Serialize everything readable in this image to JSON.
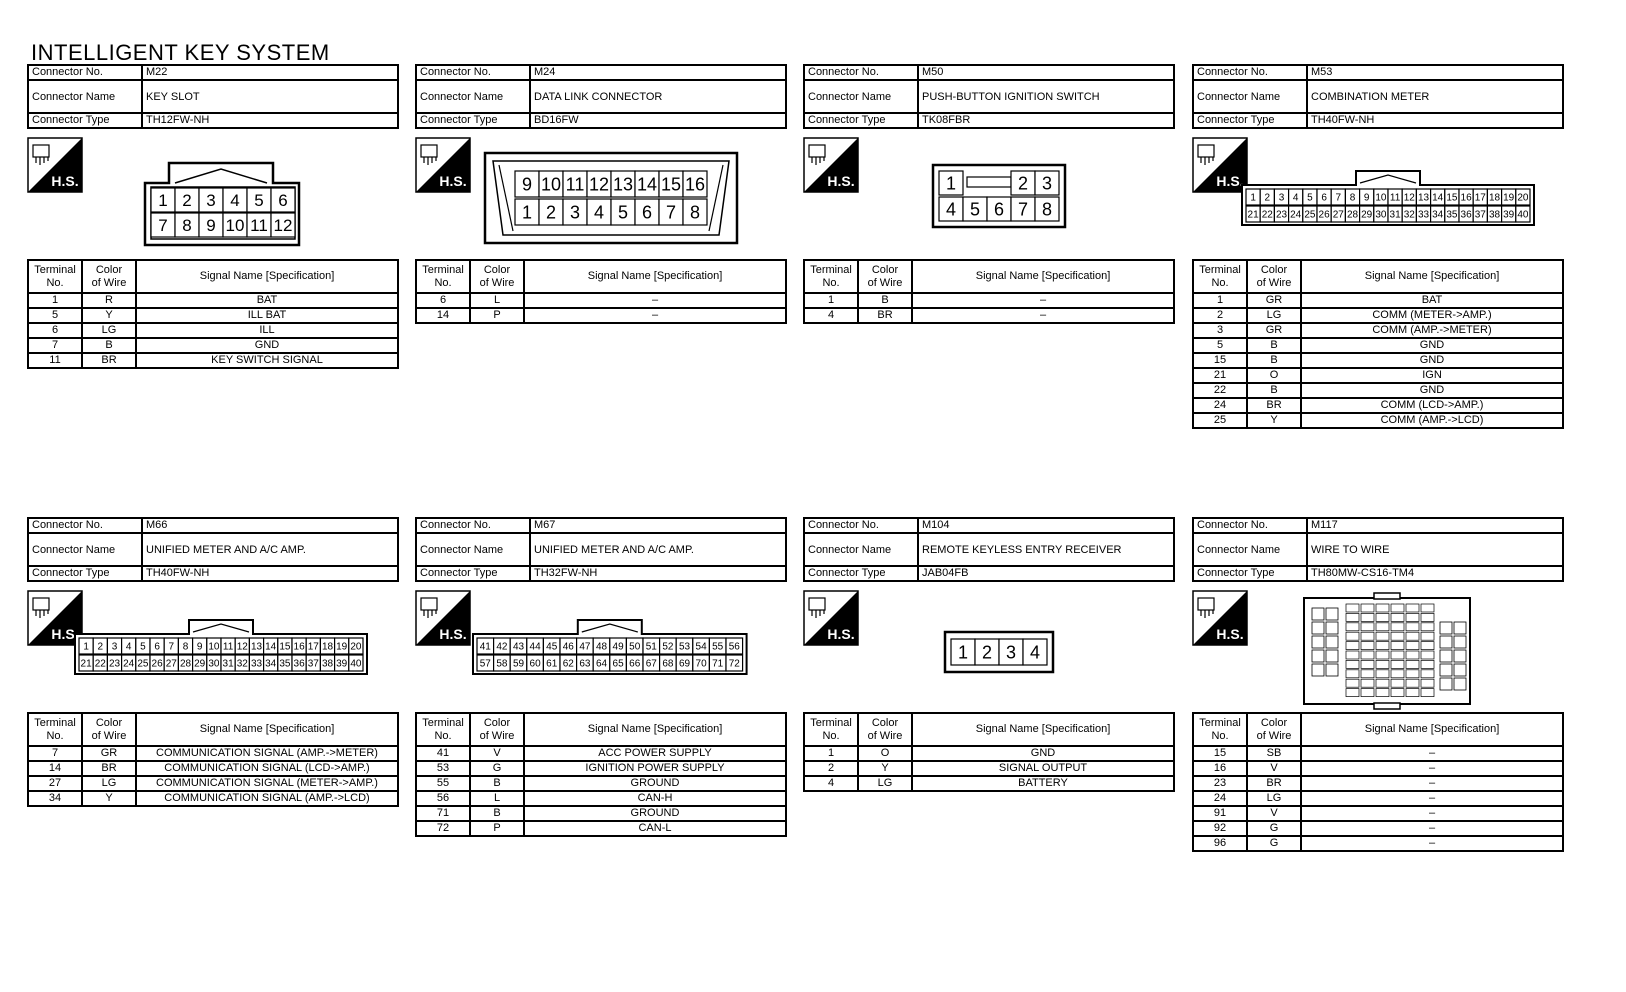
{
  "page_title": "INTELLIGENT KEY SYSTEM",
  "labels": {
    "connector_no": "Connector No.",
    "connector_name": "Connector Name",
    "connector_type": "Connector Type",
    "terminal_no_line1": "Terminal",
    "terminal_no_line2": "No.",
    "color_line1": "Color",
    "color_line2": "of Wire",
    "signal_name": "Signal Name [Specification]",
    "hs_badge": "H.S."
  },
  "connectors": [
    {
      "no": "M22",
      "name": "KEY SLOT",
      "type": "TH12FW-NH",
      "pins_top": [
        "1",
        "2",
        "3",
        "4",
        "5",
        "6"
      ],
      "pins_bottom": [
        "7",
        "8",
        "9",
        "10",
        "11",
        "12"
      ],
      "rows": [
        [
          "1",
          "R",
          "BAT"
        ],
        [
          "5",
          "Y",
          "ILL BAT"
        ],
        [
          "6",
          "LG",
          "ILL"
        ],
        [
          "7",
          "B",
          "GND"
        ],
        [
          "11",
          "BR",
          "KEY SWITCH SIGNAL"
        ]
      ]
    },
    {
      "no": "M24",
      "name": "DATA LINK CONNECTOR",
      "type": "BD16FW",
      "pins_top": [
        "9",
        "10",
        "11",
        "12",
        "13",
        "14",
        "15",
        "16"
      ],
      "pins_bottom": [
        "1",
        "2",
        "3",
        "4",
        "5",
        "6",
        "7",
        "8"
      ],
      "rows": [
        [
          "6",
          "L",
          "–"
        ],
        [
          "14",
          "P",
          "–"
        ]
      ]
    },
    {
      "no": "M50",
      "name": "PUSH-BUTTON IGNITION SWITCH",
      "type": "TK08FBR",
      "pins_top": [
        "1",
        "2",
        "3"
      ],
      "pins_bottom": [
        "4",
        "5",
        "6",
        "7",
        "8"
      ],
      "rows": [
        [
          "1",
          "B",
          "–"
        ],
        [
          "4",
          "BR",
          "–"
        ]
      ]
    },
    {
      "no": "M53",
      "name": "COMBINATION METER",
      "type": "TH40FW-NH",
      "pins_top": [
        "1",
        "2",
        "3",
        "4",
        "5",
        "6",
        "7",
        "8",
        "9",
        "10",
        "11",
        "12",
        "13",
        "14",
        "15",
        "16",
        "17",
        "18",
        "19",
        "20"
      ],
      "pins_bottom": [
        "21",
        "22",
        "23",
        "24",
        "25",
        "26",
        "27",
        "28",
        "29",
        "30",
        "31",
        "32",
        "33",
        "34",
        "35",
        "36",
        "37",
        "38",
        "39",
        "40"
      ],
      "rows": [
        [
          "1",
          "GR",
          "BAT"
        ],
        [
          "2",
          "LG",
          "COMM (METER->AMP.)"
        ],
        [
          "3",
          "GR",
          "COMM (AMP.->METER)"
        ],
        [
          "5",
          "B",
          "GND"
        ],
        [
          "15",
          "B",
          "GND"
        ],
        [
          "21",
          "O",
          "IGN"
        ],
        [
          "22",
          "B",
          "GND"
        ],
        [
          "24",
          "BR",
          "COMM (LCD->AMP.)"
        ],
        [
          "25",
          "Y",
          "COMM (AMP.->LCD)"
        ]
      ]
    },
    {
      "no": "M66",
      "name": "UNIFIED METER AND A/C AMP.",
      "type": "TH40FW-NH",
      "pins_top": [
        "1",
        "2",
        "3",
        "4",
        "5",
        "6",
        "7",
        "8",
        "9",
        "10",
        "11",
        "12",
        "13",
        "14",
        "15",
        "16",
        "17",
        "18",
        "19",
        "20"
      ],
      "pins_bottom": [
        "21",
        "22",
        "23",
        "24",
        "25",
        "26",
        "27",
        "28",
        "29",
        "30",
        "31",
        "32",
        "33",
        "34",
        "35",
        "36",
        "37",
        "38",
        "39",
        "40"
      ],
      "rows": [
        [
          "7",
          "GR",
          "COMMUNICATION SIGNAL (AMP.->METER)"
        ],
        [
          "14",
          "BR",
          "COMMUNICATION SIGNAL (LCD->AMP.)"
        ],
        [
          "27",
          "LG",
          "COMMUNICATION SIGNAL (METER->AMP.)"
        ],
        [
          "34",
          "Y",
          "COMMUNICATION SIGNAL (AMP.->LCD)"
        ]
      ]
    },
    {
      "no": "M67",
      "name": "UNIFIED METER AND A/C AMP.",
      "type": "TH32FW-NH",
      "pins_top": [
        "41",
        "42",
        "43",
        "44",
        "45",
        "46",
        "47",
        "48",
        "49",
        "50",
        "51",
        "52",
        "53",
        "54",
        "55",
        "56"
      ],
      "pins_bottom": [
        "57",
        "58",
        "59",
        "60",
        "61",
        "62",
        "63",
        "64",
        "65",
        "66",
        "67",
        "68",
        "69",
        "70",
        "71",
        "72"
      ],
      "rows": [
        [
          "41",
          "V",
          "ACC POWER SUPPLY"
        ],
        [
          "53",
          "G",
          "IGNITION POWER SUPPLY"
        ],
        [
          "55",
          "B",
          "GROUND"
        ],
        [
          "56",
          "L",
          "CAN-H"
        ],
        [
          "71",
          "B",
          "GROUND"
        ],
        [
          "72",
          "P",
          "CAN-L"
        ]
      ]
    },
    {
      "no": "M104",
      "name": "REMOTE KEYLESS ENTRY RECEIVER",
      "type": "JAB04FB",
      "pins_top": [
        "1",
        "2",
        "3",
        "4"
      ],
      "pins_bottom": [],
      "rows": [
        [
          "1",
          "O",
          "GND"
        ],
        [
          "2",
          "Y",
          "SIGNAL OUTPUT"
        ],
        [
          "4",
          "LG",
          "BATTERY"
        ]
      ]
    },
    {
      "no": "M117",
      "name": "WIRE TO WIRE",
      "type": "TH80MW-CS16-TM4",
      "pins_top": [],
      "pins_bottom": [],
      "rows": [
        [
          "15",
          "SB",
          "–"
        ],
        [
          "16",
          "V",
          "–"
        ],
        [
          "23",
          "BR",
          "–"
        ],
        [
          "24",
          "LG",
          "–"
        ],
        [
          "91",
          "V",
          "–"
        ],
        [
          "92",
          "G",
          "–"
        ],
        [
          "96",
          "G",
          "–"
        ]
      ]
    }
  ]
}
